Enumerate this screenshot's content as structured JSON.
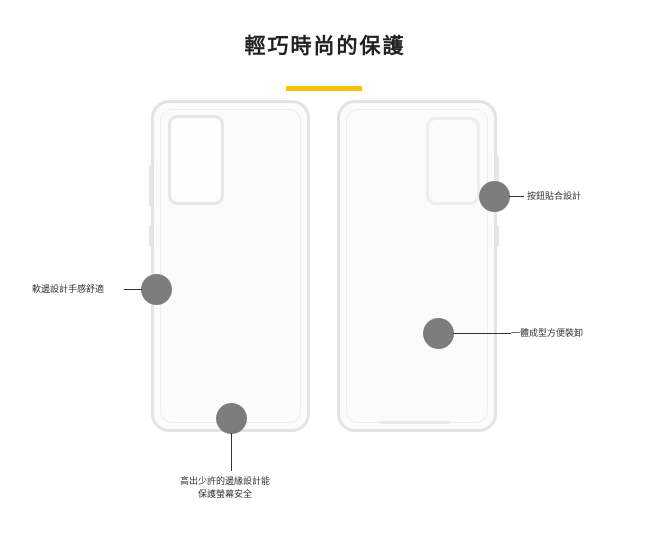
{
  "heading": {
    "title": "輕巧時尚的保護"
  },
  "callouts": {
    "soft_edge": "軟邊設計手感舒適",
    "raised_edge_line1": "高出少許的邊緣設計能",
    "raised_edge_line2": "保護螢幕安全",
    "button_fit": "按鈕貼合設計",
    "one_piece": "一體成型方便裝卸"
  },
  "colors": {
    "accent_bar": "#f2c500",
    "callout_dot": "#7d7d7d"
  }
}
